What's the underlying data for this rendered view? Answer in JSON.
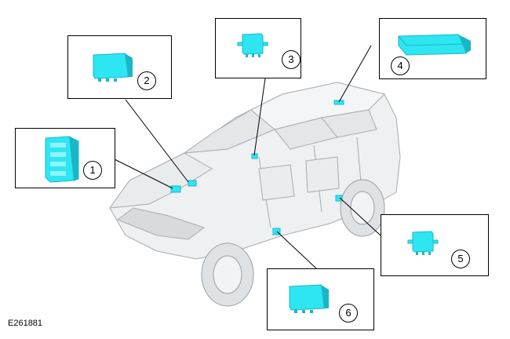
{
  "figure_id": "E261881",
  "callouts": [
    {
      "label": "1"
    },
    {
      "label": "2"
    },
    {
      "label": "3"
    },
    {
      "label": "4"
    },
    {
      "label": "5"
    },
    {
      "label": "6"
    }
  ],
  "colors": {
    "module": "#2ee6f2",
    "module_shadow": "#17b7c8",
    "vehicle_outline": "#9aa0a6",
    "vehicle_fill": "#eef0f2",
    "leader": "#000000"
  }
}
